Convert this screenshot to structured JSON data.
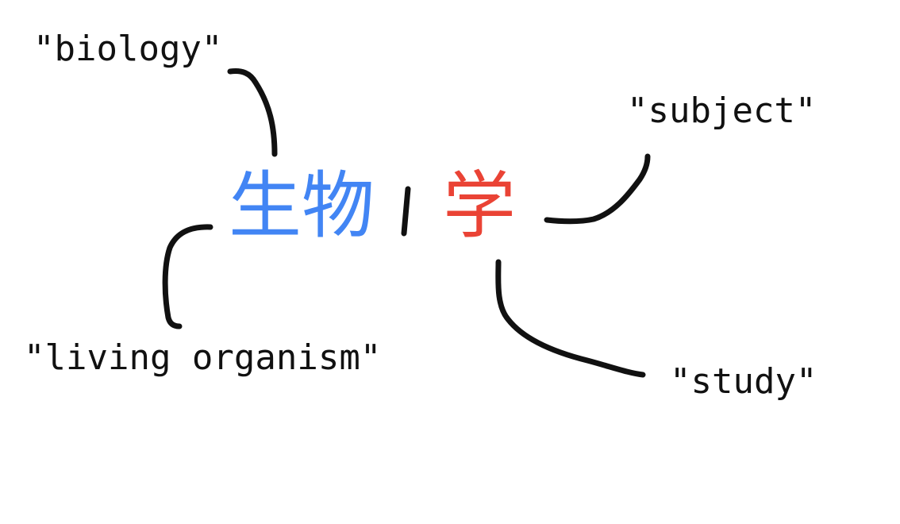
{
  "word": {
    "part1": "生物",
    "separator": "|",
    "part2": "学"
  },
  "glosses": {
    "biology": "\"biology\"",
    "living_organism": "\"living organism\"",
    "subject": "\"subject\"",
    "study": "\"study\""
  },
  "colors": {
    "part1": "#4285f4",
    "part2": "#ea4335",
    "ink": "#111111"
  }
}
